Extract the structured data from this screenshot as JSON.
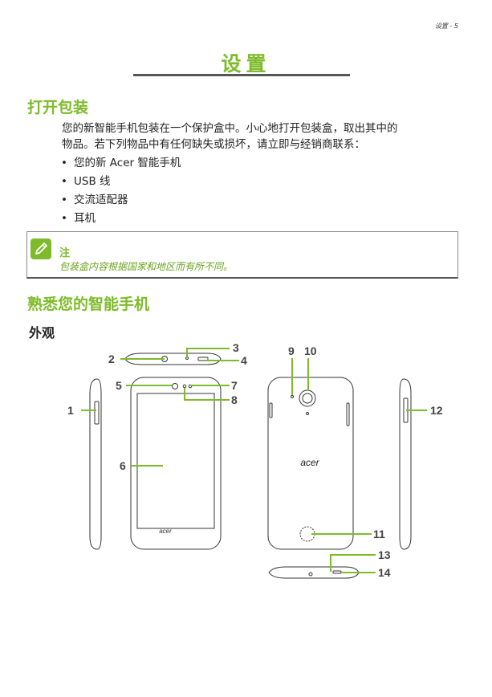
{
  "header": {
    "running_head": "设置 - 5"
  },
  "chapter": {
    "title": "设置"
  },
  "unpack": {
    "heading": "打开包装",
    "paragraph_line1": "您的新智能手机包装在一个保护盒中。小心地打开包装盒，取出其中的",
    "paragraph_line2": "物品。若下列物品中有任何缺失或损坏，请立即与经销商联系：",
    "bullet_char": "•",
    "items": [
      "您的新 Acer 智能手机",
      "USB 线",
      "交流适配器",
      "耳机"
    ]
  },
  "note": {
    "label": "注",
    "text": "包装盒内容根据国家和地区而有所不同。",
    "icon": "pencil-icon"
  },
  "familiar": {
    "heading": "熟悉您的智能手机"
  },
  "appearance": {
    "heading": "外观",
    "logo_text": "acer",
    "callouts": [
      "1",
      "2",
      "3",
      "4",
      "5",
      "6",
      "7",
      "8",
      "9",
      "10",
      "11",
      "12",
      "13",
      "14"
    ]
  },
  "colors": {
    "accent": "#7dbb2a",
    "rule": "#555555"
  }
}
